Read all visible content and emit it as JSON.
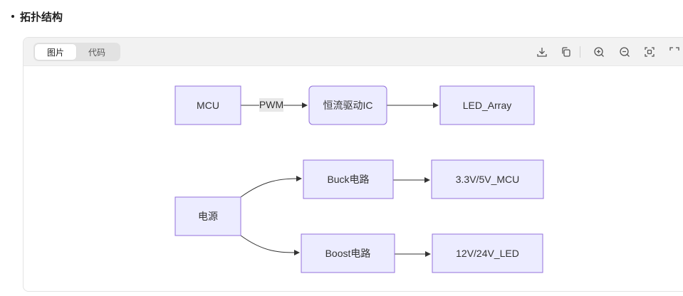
{
  "section": {
    "title": "拓扑结构"
  },
  "viewer": {
    "tabs": [
      {
        "label": "图片",
        "active": true
      },
      {
        "label": "代码",
        "active": false
      }
    ],
    "tools": [
      "download-icon",
      "copy-icon",
      "zoom-in-icon",
      "zoom-out-icon",
      "fit-screen-icon",
      "fullscreen-icon"
    ]
  },
  "diagram": {
    "nodes": {
      "mcu": "MCU",
      "driver": "恒流驱动IC",
      "led_array": "LED_Array",
      "power": "电源",
      "buck": "Buck电路",
      "mcu_rail": "3.3V/5V_MCU",
      "boost": "Boost电路",
      "led_rail": "12V/24V_LED"
    },
    "edge_labels": {
      "mcu_to_driver": "PWM"
    },
    "colors": {
      "node_fill": "#ececff",
      "node_stroke": "#9370db",
      "edge": "#333333"
    }
  }
}
